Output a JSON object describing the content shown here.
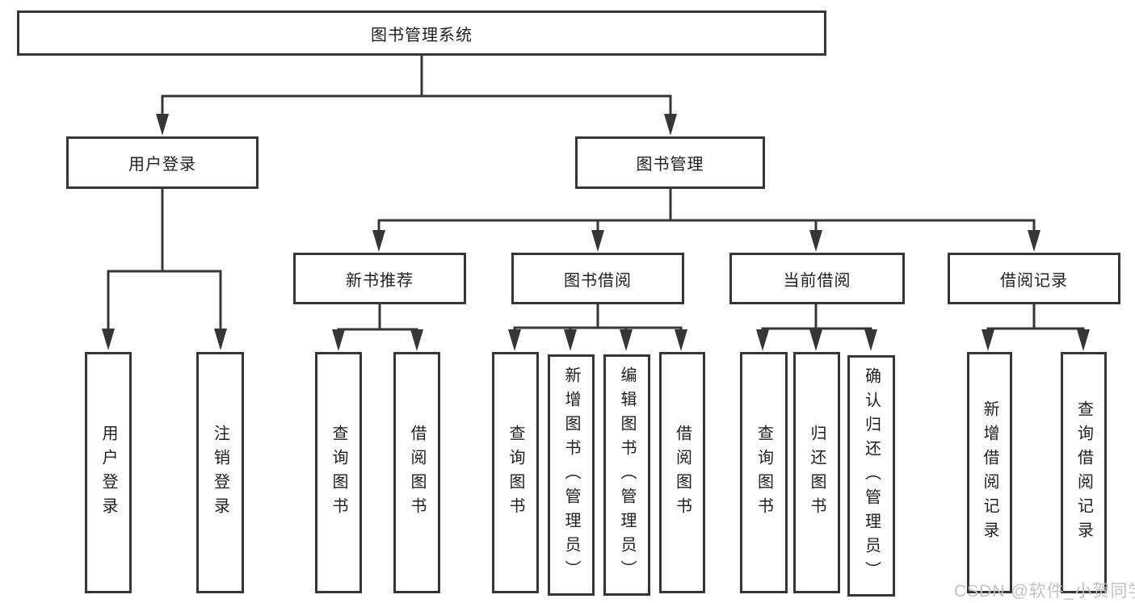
{
  "diagram": {
    "title": "图书管理系统",
    "branches": [
      {
        "label": "用户登录",
        "children": [
          {
            "label": "用户登录"
          },
          {
            "label": "注销登录"
          }
        ]
      },
      {
        "label": "图书管理",
        "children": [
          {
            "label": "新书推荐",
            "children": [
              {
                "label": "查询图书"
              },
              {
                "label": "借阅图书"
              }
            ]
          },
          {
            "label": "图书借阅",
            "children": [
              {
                "label": "查询图书"
              },
              {
                "label": "新增图书（管理员）"
              },
              {
                "label": "编辑图书（管理员）"
              },
              {
                "label": "借阅图书"
              }
            ]
          },
          {
            "label": "当前借阅",
            "children": [
              {
                "label": "查询图书"
              },
              {
                "label": "归还图书"
              },
              {
                "label": "确认归还（管理员）"
              }
            ]
          },
          {
            "label": "借阅记录",
            "children": [
              {
                "label": "新增借阅记录"
              },
              {
                "label": "查询借阅记录"
              }
            ]
          }
        ]
      }
    ]
  },
  "watermark": {
    "text": "CSDN @软件_小贺同学"
  },
  "colors": {
    "line": "#363636",
    "box_border": "#363636",
    "box_background": "#ffffff",
    "text": "#1f1f1f",
    "watermark": "#c7c0bf"
  }
}
